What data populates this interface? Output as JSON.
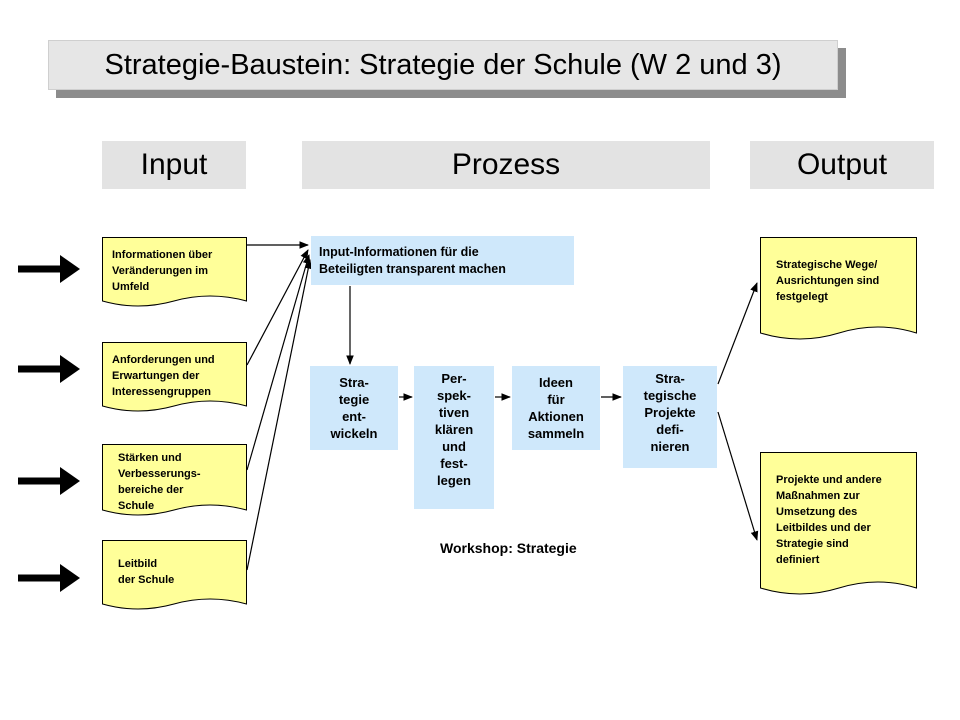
{
  "title": "Strategie-Baustein: Strategie der Schule (W 2 und 3)",
  "headers": {
    "input": "Input",
    "process": "Prozess",
    "output": "Output"
  },
  "inputs": [
    "Informationen über\nVeränderungen im\nUmfeld",
    "Anforderungen  und\nErwartungen der\nInteressengruppen",
    "Stärken und\nVerbesserungs-\nbereiche der\nSchule",
    "Leitbild\nder Schule"
  ],
  "process": {
    "input_info": "Input-Informationen für die\nBeteiligten transparent machen",
    "steps": [
      "Stra-\ntegie\nent-\nwickeln",
      "Per-\nspek-\ntiven\nklären\nund\nfest-\nlegen",
      "Ideen\nfür\nAktionen\nsammeln",
      "Stra-\ntegische\nProjekte\ndefi-\nnieren"
    ],
    "workshop": "Workshop: Strategie"
  },
  "outputs": [
    "Strategische Wege/\nAusrichtungen sind\nfestgelegt",
    "Projekte und andere\nMaßnahmen zur\nUmsetzung des\nLeitbildes und der\nStrategie sind\ndefiniert"
  ],
  "colors": {
    "document_fill": "#ffff99",
    "process_fill": "#cfe8fb",
    "header_fill": "#e3e3e3",
    "title_fill": "#e6e6e6"
  }
}
